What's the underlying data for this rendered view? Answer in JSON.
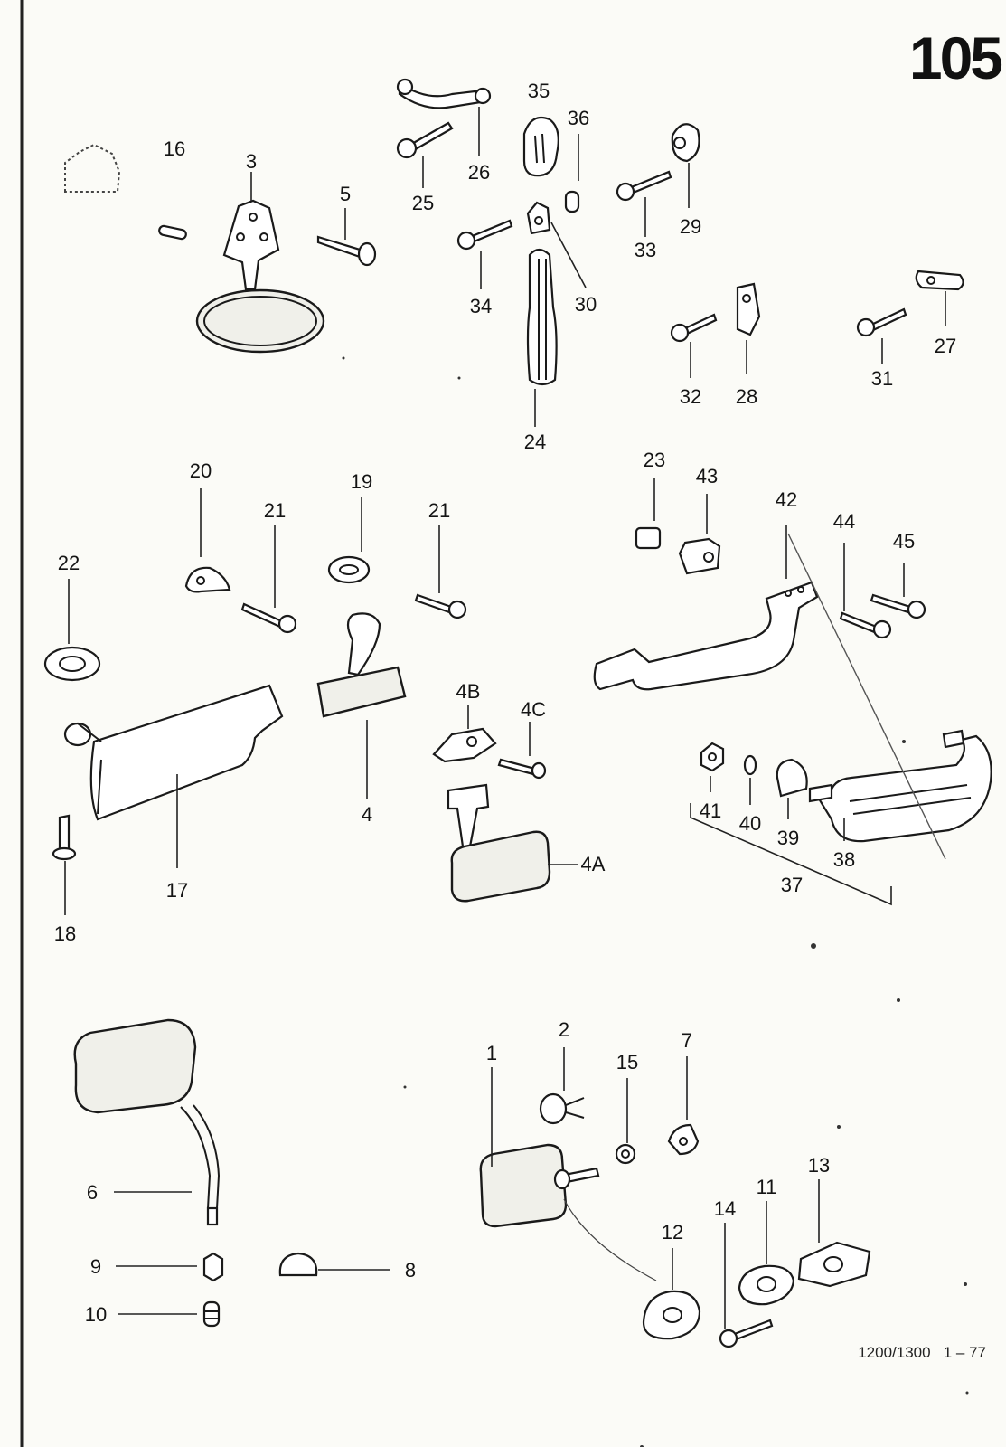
{
  "page_number": "105",
  "footer": "1200/1300   1 – 77",
  "callouts": {
    "c1": "1",
    "c2": "2",
    "c3": "3",
    "c4": "4",
    "c4A": "4A",
    "c4B": "4B",
    "c4C": "4C",
    "c5": "5",
    "c6": "6",
    "c7": "7",
    "c8": "8",
    "c9": "9",
    "c10": "10",
    "c11": "11",
    "c12": "12",
    "c13": "13",
    "c14": "14",
    "c15": "15",
    "c16": "16",
    "c17": "17",
    "c18": "18",
    "c19": "19",
    "c20": "20",
    "c21a": "21",
    "c21b": "21",
    "c22": "22",
    "c23": "23",
    "c24": "24",
    "c25": "25",
    "c26": "26",
    "c27": "27",
    "c28": "28",
    "c29": "29",
    "c30": "30",
    "c31": "31",
    "c32": "32",
    "c33": "33",
    "c34": "34",
    "c35": "35",
    "c36": "36",
    "c37": "37",
    "c38": "38",
    "c39": "39",
    "c40": "40",
    "c41": "41",
    "c42": "42",
    "c43": "43",
    "c44": "44",
    "c45": "45"
  }
}
